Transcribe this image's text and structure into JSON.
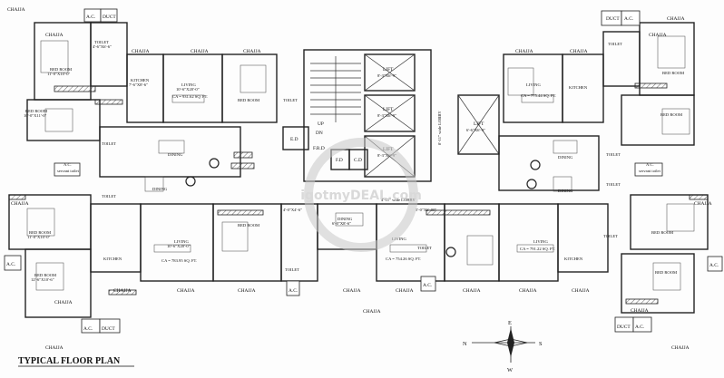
{
  "plan_title": "TYPICAL FLOOR PLAN",
  "labels": {
    "chajja": "CHAJJA",
    "ac": "A.C.",
    "duct": "DUCT",
    "kitchen": "KITCHEN",
    "dining": "DINING",
    "living": "LIVING",
    "toilet": "TOILET",
    "bed_room": "BED ROOM",
    "lift": "LIFT",
    "ed": "E.D",
    "fd": "F.D",
    "cd": "C.D",
    "frd": "F.R.D",
    "up": "UP",
    "dn": "DN",
    "lobby_v": "8'-11\" wide LOBBY",
    "lobby_h": "4'-11\" wide LOBBY",
    "servant_toilet": "servant toilet"
  },
  "dims": {
    "bed_tl": "11'-0\"X10'-0\"",
    "bed_tl2": "10'-0\"X11'-0\"",
    "toilet_tl": "4'-6\"X6'-6\"",
    "kitchen_tl": "7'-6\"X8'-6\"",
    "living_tl": "10'-6\"X20'-0\"",
    "ca_tl": "CA = 931.62 SQ. FT.",
    "lift_1": "8'-3\"X6'-9\"",
    "lift_2": "6'-6\"X6'-9\"",
    "dining_c": "6'-0\"X8'-6\"",
    "ca_bl": "CA = 783.95 SQ. FT.",
    "ca_bc": "CA = 754.26 SQ. FT.",
    "ca_tr": "CA = 775.44 SQ. FT.",
    "ca_br": "CA = 791.22 SQ. FT.",
    "bed_bl": "11'-0\"X10'-0\"",
    "bed_bl2": "12'-6\"X10'-6\"",
    "living_bl": "10'-6\"X20'-0\"",
    "dim_69": "6'-9\"X6'-9\"",
    "dim_48": "4'-0\"X4'-6\"",
    "dim_600": "5'-0\"X6'-00\""
  },
  "compass": {
    "n": "N",
    "s": "S",
    "e": "E",
    "w": "W"
  },
  "watermark": "igotmyDEAL.com"
}
